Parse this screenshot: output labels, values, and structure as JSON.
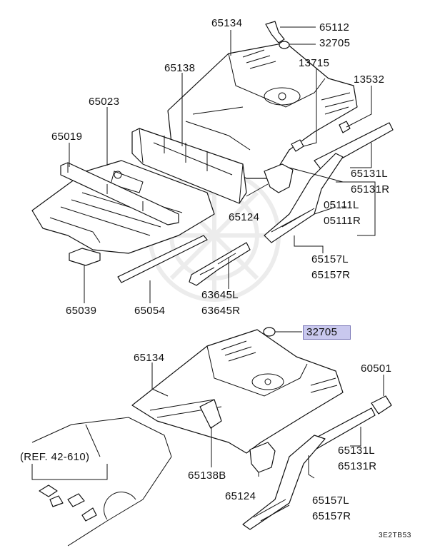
{
  "diagram": {
    "labels": {
      "p65134_top": "65134",
      "p65112": "65112",
      "p32705_top": "32705",
      "p65138": "65138",
      "p13715": "13715",
      "p13532": "13532",
      "p65023": "65023",
      "p65019": "65019",
      "p65131L_top": "65131L",
      "p65131R_top": "65131R",
      "p05111L": "05111L",
      "p05111R": "05111R",
      "p65124_top": "65124",
      "p65157L_top": "65157L",
      "p65157R_top": "65157R",
      "p63645L": "63645L",
      "p63645R": "63645R",
      "p65039": "65039",
      "p65054": "65054",
      "p32705_highlight": "32705",
      "p65134_bottom": "65134",
      "p60501": "60501",
      "ref": "(REF. 42-610)",
      "p65131L_bottom": "65131L",
      "p65131R_bottom": "65131R",
      "p65138B": "65138B",
      "p65124_bottom": "65124",
      "p65157L_bottom": "65157L",
      "p65157R_bottom": "65157R",
      "code": "3E2TB53"
    },
    "colors": {
      "highlight": "#c9c8ee",
      "line": "#111111"
    }
  }
}
